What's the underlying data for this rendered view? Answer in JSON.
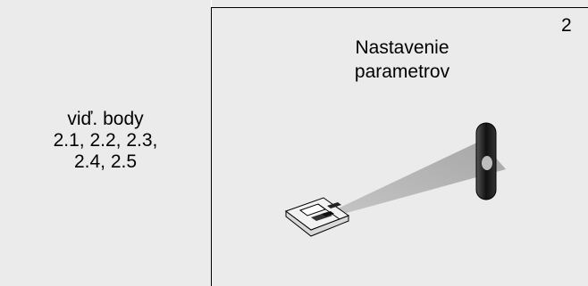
{
  "left": {
    "lines": [
      "viď. body",
      "2.1, 2.2, 2.3,",
      "2.4, 2.5"
    ]
  },
  "right": {
    "title_lines": [
      "Nastavenie",
      "parametrov"
    ],
    "page_number": "2"
  },
  "illustration": {
    "device": "handheld-meter-icon",
    "target": "reflector-target-icon",
    "beam": "measurement-beam"
  }
}
